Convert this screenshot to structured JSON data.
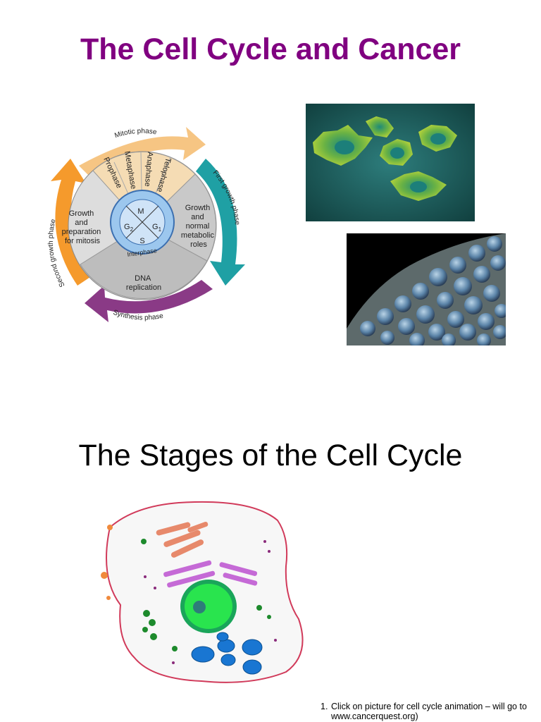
{
  "slide1": {
    "title": "The Cell Cycle and Cancer",
    "diagram": {
      "mitotic_phase": "Mitotic phase",
      "stages": [
        "Prophase",
        "Metaphase",
        "Anaphase",
        "Telophase"
      ],
      "first_growth_phase": "First growth phase",
      "second_growth_phase": "Second growth phase",
      "synthesis_phase": "Synthesis phase",
      "interphase": "Interphase",
      "center": {
        "m": "M",
        "s": "S",
        "g2": "G",
        "g2_sub": "2",
        "g1": "G",
        "g1_sub": "1"
      },
      "g2_text": [
        "Growth",
        "and",
        "preparation",
        "for mitosis"
      ],
      "g1_text": [
        "Growth",
        "and",
        "normal",
        "metabolic",
        "roles"
      ],
      "s_text": [
        "DNA",
        "replication"
      ]
    }
  },
  "slide2": {
    "title": "The Stages of the Cell Cycle",
    "note_number": "1.",
    "note_text": "Click on picture for cell cycle animation – will go to www.cancerquest.org)"
  },
  "colors": {
    "title": "#800080",
    "mitotic_arrow": "#f6c583",
    "first_growth_arrow": "#1fa0a4",
    "synthesis_arrow": "#8a3a86",
    "second_growth_arrow": "#f59a2c"
  }
}
